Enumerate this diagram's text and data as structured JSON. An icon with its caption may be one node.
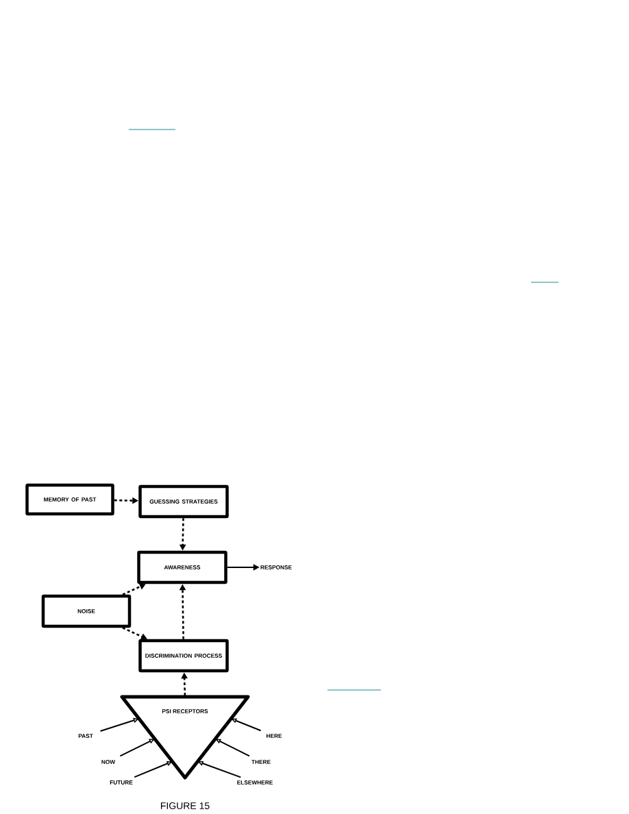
{
  "diagram": {
    "caption": "FIGURE 15",
    "nodes": [
      {
        "text": [
          "MEMORY OF PAST"
        ]
      },
      {
        "text": [
          "GUESSING STRATEGIES"
        ]
      },
      {
        "text": [
          "AWARENESS"
        ]
      },
      {
        "text": [
          "RESPONSE"
        ]
      },
      {
        "text": [
          "NOISE"
        ]
      },
      {
        "text": [
          "DISCRIMINATION PROCESS"
        ]
      },
      {
        "text": [
          "PSI RECEPTORS"
        ]
      },
      {
        "text": [
          "PAST"
        ]
      },
      {
        "text": [
          "NOW"
        ]
      },
      {
        "text": [
          "FUTURE"
        ]
      },
      {
        "text": [
          "HERE"
        ]
      },
      {
        "text": [
          "THERE"
        ]
      },
      {
        "text": [
          "ELSEWHERE"
        ]
      }
    ],
    "edges": [
      {
        "from": 0,
        "to": 1,
        "arrow": "to",
        "style": "dashed"
      },
      {
        "from": 1,
        "to": 2,
        "arrow": "to",
        "style": "dashed"
      },
      {
        "from": 2,
        "to": 3,
        "arrow": "to"
      },
      {
        "from": 4,
        "to": 2,
        "arrow": "to",
        "style": "dashed"
      },
      {
        "from": 4,
        "to": 5,
        "arrow": "to",
        "style": "dashed"
      },
      {
        "from": 5,
        "to": 2,
        "arrow": "to",
        "style": "dashed"
      },
      {
        "from": 6,
        "to": 5,
        "arrow": "to",
        "style": "dashed"
      },
      {
        "from": 7,
        "to": 6,
        "arrow": "to"
      },
      {
        "from": 8,
        "to": 6,
        "arrow": "to"
      },
      {
        "from": 9,
        "to": 6,
        "arrow": "to"
      },
      {
        "from": 10,
        "to": 6,
        "arrow": "to"
      },
      {
        "from": 11,
        "to": 6,
        "arrow": "to"
      },
      {
        "from": 12,
        "to": 6,
        "arrow": "to"
      }
    ]
  }
}
